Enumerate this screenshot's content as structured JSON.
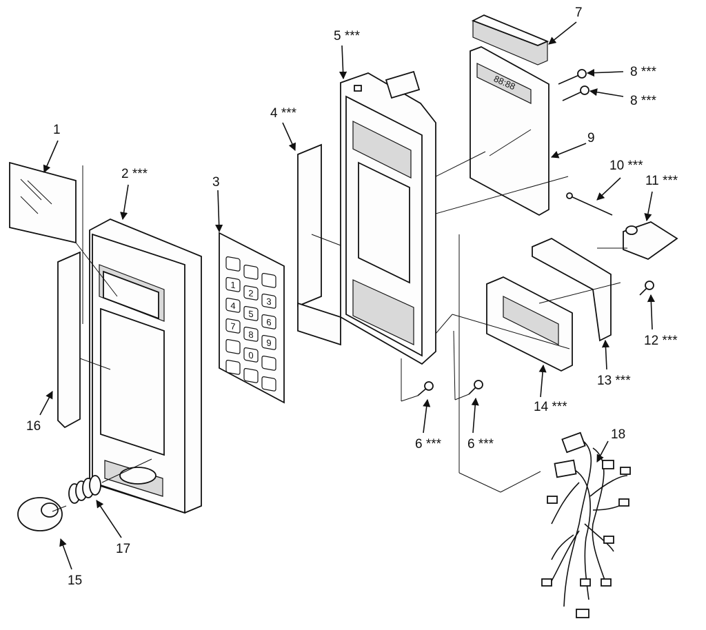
{
  "labels": {
    "p1": "1",
    "p2": "2 ***",
    "p3": "3",
    "p4": "4 ***",
    "p5": "5 ***",
    "p6a": "6 ***",
    "p6b": "6 ***",
    "p7": "7",
    "p8a": "8 ***",
    "p8b": "8 ***",
    "p9": "9",
    "p10": "10 ***",
    "p11": "11 ***",
    "p12": "12 ***",
    "p13": "13 ***",
    "p14": "14 ***",
    "p15": "15",
    "p16": "16",
    "p17": "17",
    "p18": "18"
  },
  "display_readout": "88:88",
  "keypad_keys": [
    "1",
    "2",
    "3",
    "4",
    "5",
    "6",
    "7",
    "8",
    "9",
    "0"
  ]
}
